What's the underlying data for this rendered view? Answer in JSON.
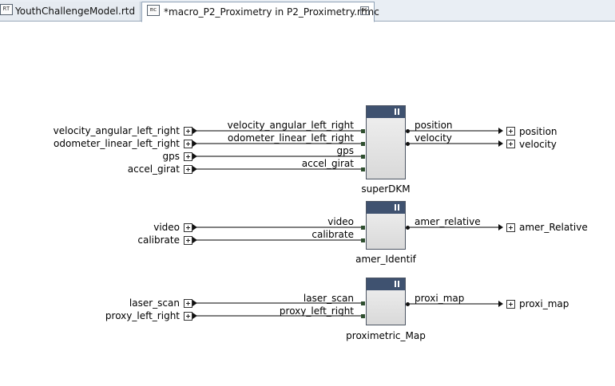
{
  "tabs": [
    {
      "label": "YouthChallengeModel.rtd",
      "icon": "model-file-icon",
      "active": false
    },
    {
      "label": "*macro_P2_Proximetry in P2_Proximetry.rtmc",
      "icon": "macro-file-icon",
      "active": true
    }
  ],
  "diagram": {
    "inputs": [
      "velocity_angular_left_right",
      "odometer_linear_left_right",
      "gps",
      "accel_girat",
      "video",
      "calibrate",
      "laser_scan",
      "proxy_left_right"
    ],
    "outputs": [
      "position",
      "velocity",
      "amer_Relative",
      "proxi_map"
    ],
    "blocks": [
      {
        "name": "superDKM",
        "inputs": [
          "velocity_angular_left_right",
          "odometer_linear_left_right",
          "gps",
          "accel_girat"
        ],
        "outputs": [
          "position",
          "velocity"
        ]
      },
      {
        "name": "amer_Identif",
        "inputs": [
          "video",
          "calibrate"
        ],
        "outputs": [
          "amer_relative"
        ]
      },
      {
        "name": "proximetric_Map",
        "inputs": [
          "laser_scan",
          "proxy_left_right"
        ],
        "outputs": [
          "proxi_map"
        ]
      }
    ]
  },
  "colors": {
    "block_header": "#3f5270",
    "tab_bar": "#e9eef4",
    "wire": "#000000"
  }
}
